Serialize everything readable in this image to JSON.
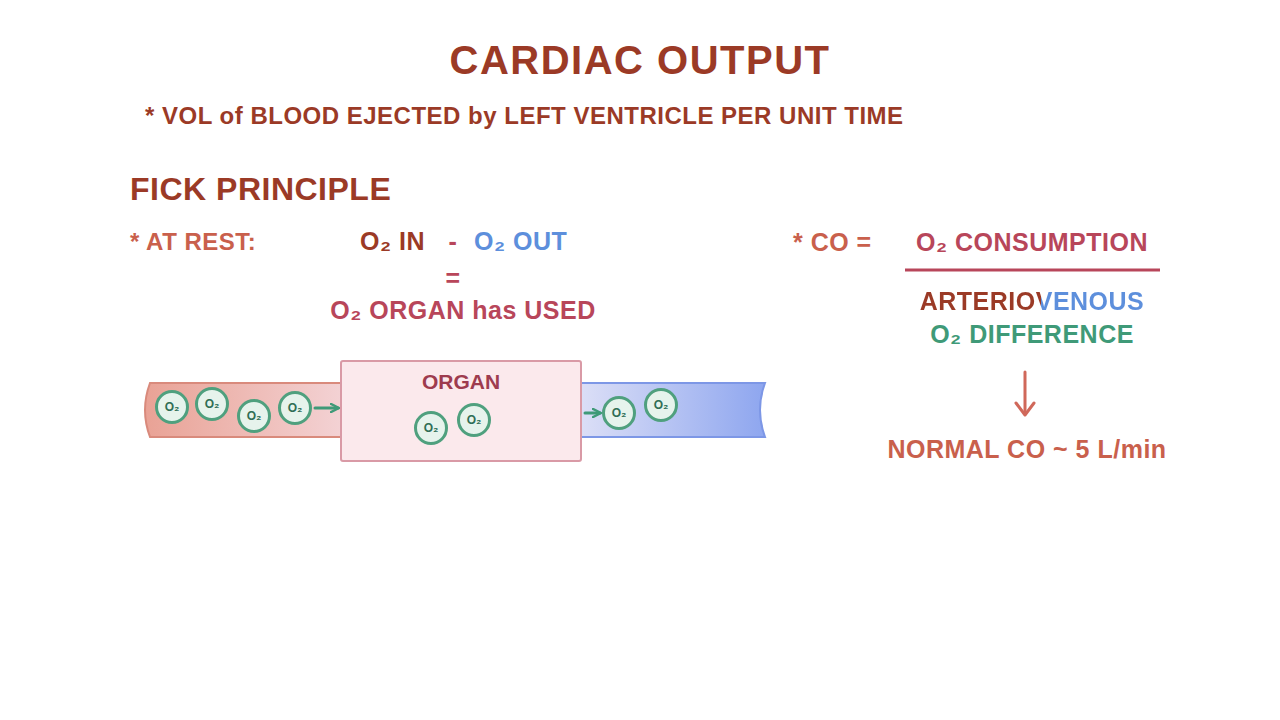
{
  "diagram": {
    "title": "CARDIAC OUTPUT",
    "nodes": [
      {
        "text": [
          "O₂"
        ]
      },
      {
        "text": [
          "O₂"
        ]
      },
      {
        "text": [
          "O₂"
        ]
      },
      {
        "text": [
          "O₂"
        ]
      },
      {
        "text": [
          "ORGAN"
        ]
      },
      {
        "text": [
          "O₂"
        ],
        "in": 4
      },
      {
        "text": [
          "O₂"
        ],
        "in": 4
      },
      {
        "text": [
          "O₂"
        ]
      },
      {
        "text": [
          "O₂"
        ]
      }
    ],
    "edges": [
      {
        "from": 3,
        "to": 4,
        "arrow": "to"
      },
      {
        "from": 4,
        "to": 7,
        "arrow": "to"
      }
    ],
    "labels": [
      "* VOL of BLOOD EJECTED by LEFT VENTRICLE PER UNIT TIME",
      "FICK PRINCIPLE",
      "* AT REST:",
      "O₂ IN",
      "-",
      "O₂ OUT",
      "=",
      "O₂ ORGAN has USED",
      "* CO =",
      "O₂ CONSUMPTION",
      "ARTERIOVENOUS",
      "O₂ DIFFERENCE",
      "NORMAL CO ~ 5 L/min"
    ]
  }
}
